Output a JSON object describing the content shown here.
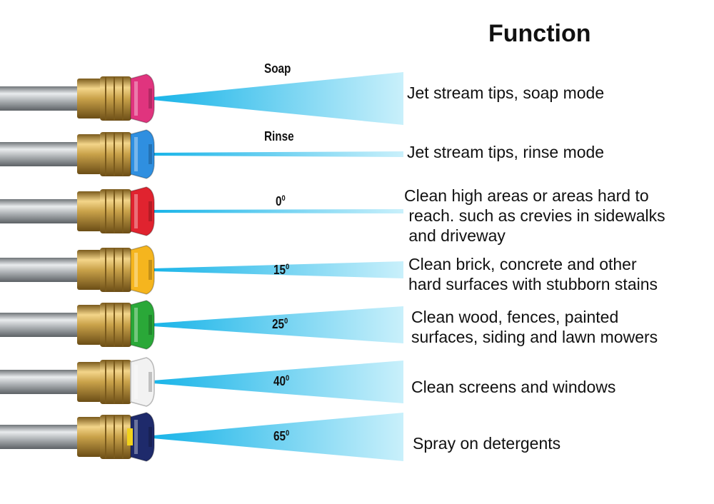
{
  "title": "Function",
  "rows": [
    {
      "label_main": "Soap",
      "label_sup": "",
      "color": "#e0347e",
      "description": "Jet stream tips, soap mode"
    },
    {
      "label_main": "Rinse",
      "label_sup": "",
      "color": "#2f8fe0",
      "description": "Jet stream tips, rinse mode"
    },
    {
      "label_main": "0",
      "label_sup": "0",
      "color": "#e0232f",
      "description": "Clean high areas or areas hard to\n reach. such as crevies in sidewalks\n and driveway"
    },
    {
      "label_main": "15",
      "label_sup": "0",
      "color": "#f5b51e",
      "description": "Clean brick, concrete and other\nhard surfaces with stubborn stains"
    },
    {
      "label_main": "25",
      "label_sup": "0",
      "color": "#2aa838",
      "description": "Clean wood, fences, painted\nsurfaces, siding and lawn mowers"
    },
    {
      "label_main": "40",
      "label_sup": "0",
      "color": "#f2f2f2",
      "description": "Clean screens and windows"
    },
    {
      "label_main": "65",
      "label_sup": "0",
      "color": "#1e2a6b",
      "description": "Spray on detergents"
    }
  ],
  "colors": {
    "spray": "#19b4e8",
    "brass": "#c9a24a",
    "steel": "#bfc3c6"
  }
}
